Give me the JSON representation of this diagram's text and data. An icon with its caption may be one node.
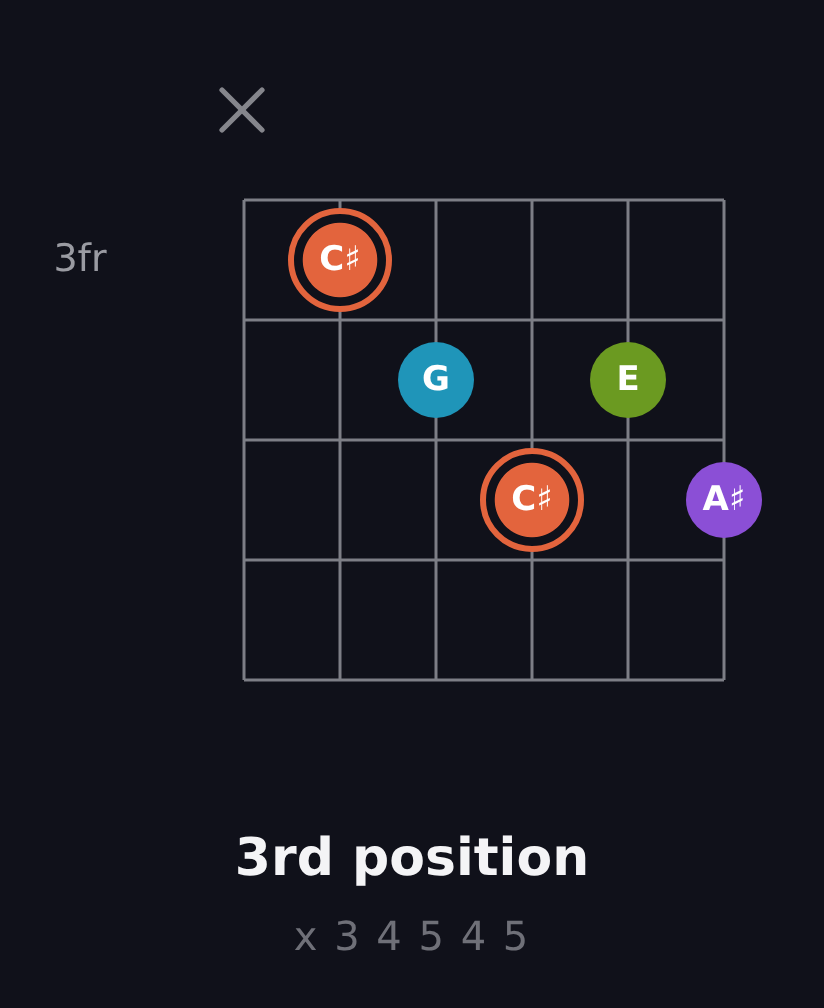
{
  "diagram": {
    "title": "3rd position",
    "nodes": [
      {
        "text": [
          "C♯"
        ]
      },
      {
        "text": [
          "G"
        ]
      },
      {
        "text": [
          "E"
        ]
      },
      {
        "text": [
          "C♯"
        ]
      },
      {
        "text": [
          "A♯"
        ]
      }
    ],
    "labels": [
      "3fr",
      "x 3 4 5 4 5"
    ]
  }
}
